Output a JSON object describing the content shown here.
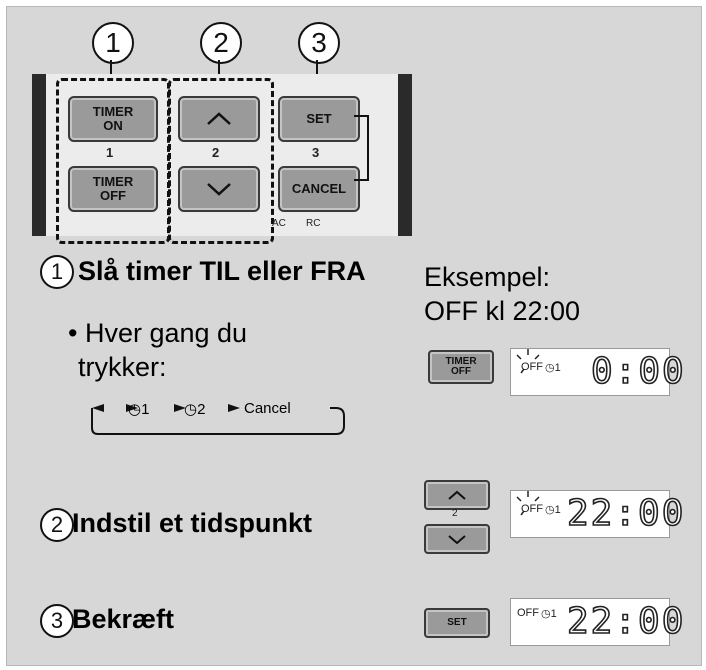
{
  "callouts": [
    "1",
    "2",
    "3"
  ],
  "remote": {
    "timer_on": "TIMER\nON",
    "timer_off": "TIMER\nOFF",
    "num1": "1",
    "num2": "2",
    "num3": "3",
    "set": "SET",
    "cancel": "CANCEL",
    "ac": "AC",
    "rc": "RC"
  },
  "step1": {
    "num": "1",
    "title": "Slå timer TIL eller FRA",
    "bullet_line1": "• Hver gang du",
    "bullet_line2": "trykker:",
    "cycle": [
      "◷1",
      "◷2",
      "Cancel"
    ]
  },
  "example": {
    "line1": "Eksempel:",
    "line2": "OFF kl 22:00",
    "button": "TIMER\nOFF",
    "off_label": "OFF",
    "timer_label": "◷1",
    "time": "0:00"
  },
  "step2": {
    "num": "2",
    "title": "Indstil et tidspunkt",
    "num_label": "2",
    "off_label": "OFF",
    "timer_label": "◷1",
    "time": "22:00"
  },
  "step3": {
    "num": "3",
    "title": "Bekræft",
    "button": "SET",
    "off_label": "OFF",
    "timer_label": "◷1",
    "time": "22:00"
  }
}
